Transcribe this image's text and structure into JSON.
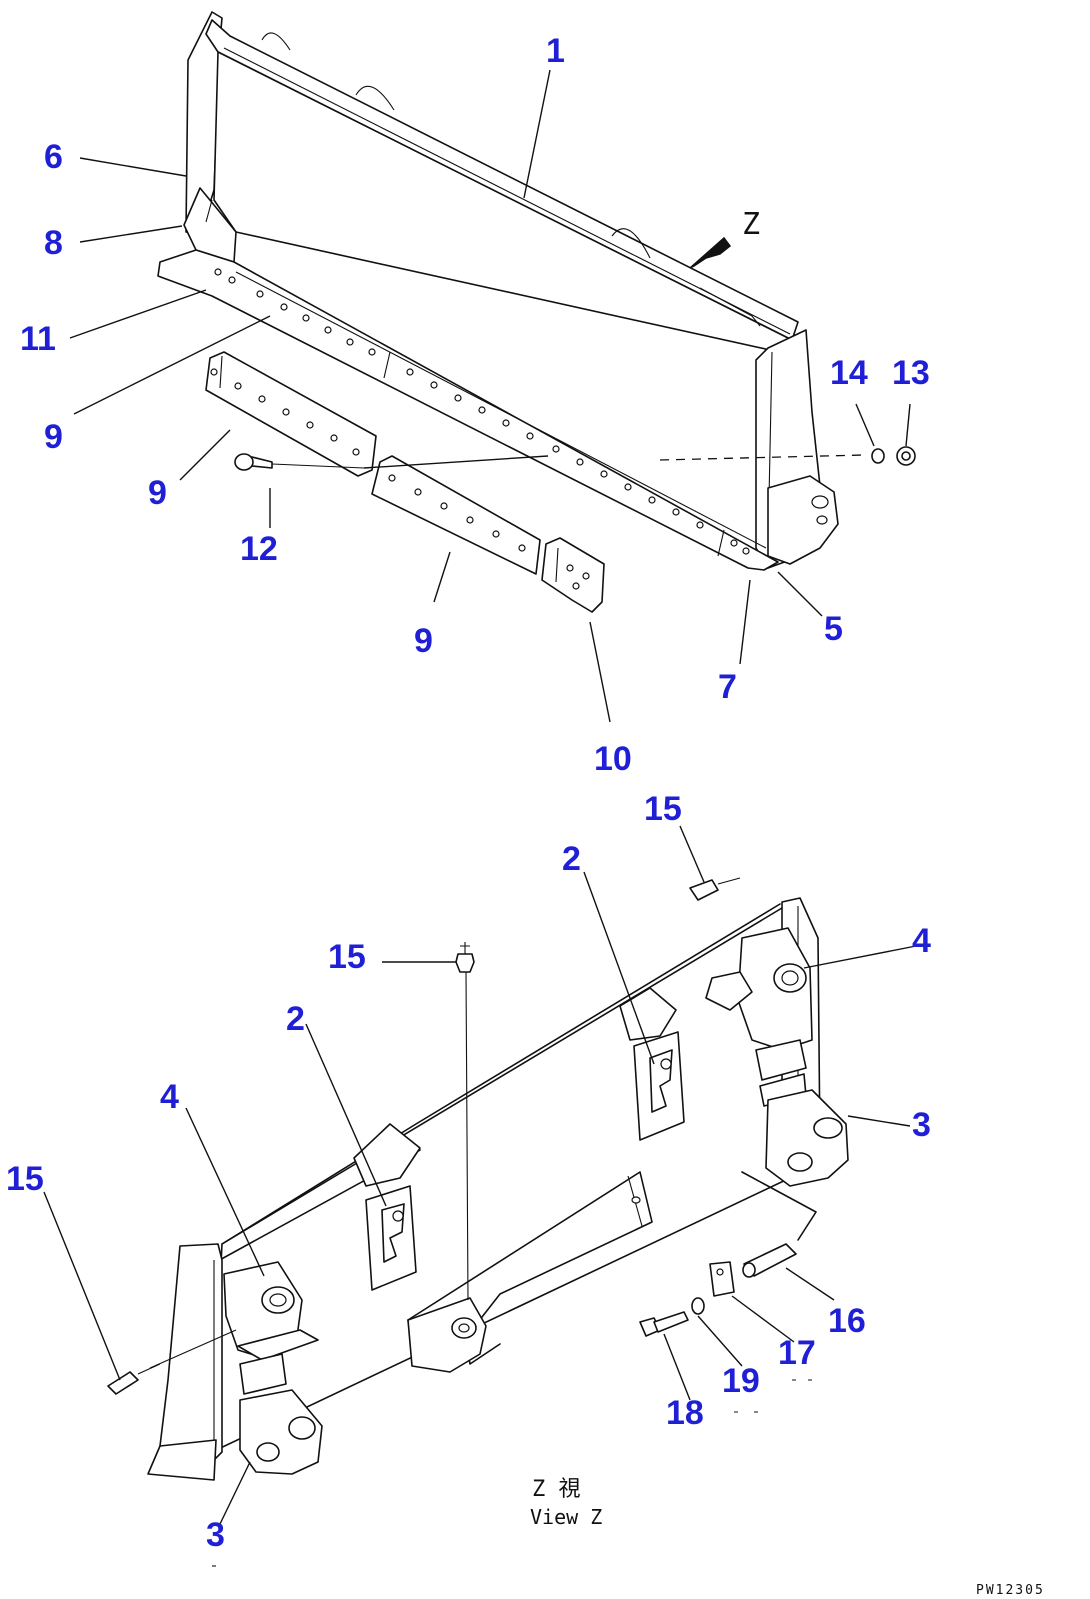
{
  "drawing": {
    "view_mark": "Z",
    "view_caption_jp": "Z 視",
    "view_caption_en": "View Z",
    "drawing_code": "PW12305"
  },
  "callouts": [
    {
      "id": "c1",
      "text": "1"
    },
    {
      "id": "c6",
      "text": "6"
    },
    {
      "id": "c8",
      "text": "8"
    },
    {
      "id": "c11",
      "text": "11"
    },
    {
      "id": "c9a",
      "text": "9"
    },
    {
      "id": "c9b",
      "text": "9"
    },
    {
      "id": "c9c",
      "text": "9"
    },
    {
      "id": "c12",
      "text": "12"
    },
    {
      "id": "c10",
      "text": "10"
    },
    {
      "id": "c7",
      "text": "7"
    },
    {
      "id": "c5",
      "text": "5"
    },
    {
      "id": "c14",
      "text": "14"
    },
    {
      "id": "c13",
      "text": "13"
    },
    {
      "id": "c15a",
      "text": "15"
    },
    {
      "id": "c2a",
      "text": "2"
    },
    {
      "id": "c15b",
      "text": "15"
    },
    {
      "id": "c4a",
      "text": "4"
    },
    {
      "id": "c2b",
      "text": "2"
    },
    {
      "id": "c4b",
      "text": "4"
    },
    {
      "id": "c3a",
      "text": "3"
    },
    {
      "id": "c15c",
      "text": "15"
    },
    {
      "id": "c3b",
      "text": "3"
    },
    {
      "id": "c16",
      "text": "16"
    },
    {
      "id": "c17",
      "text": "17"
    },
    {
      "id": "c19",
      "text": "19"
    },
    {
      "id": "c18",
      "text": "18"
    }
  ]
}
